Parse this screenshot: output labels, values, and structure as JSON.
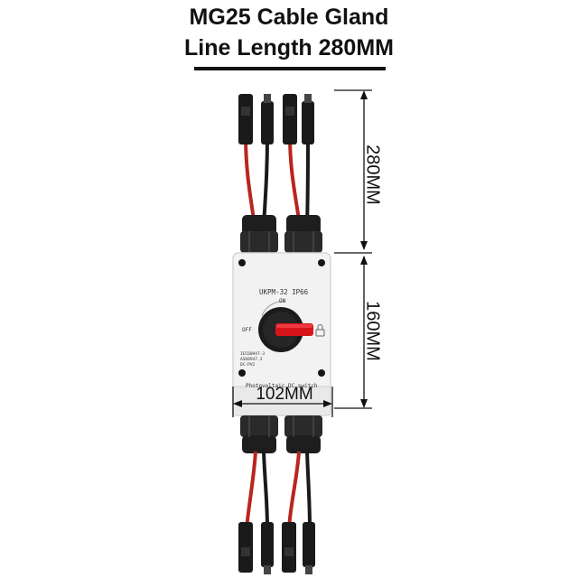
{
  "header": {
    "title_line1": "MG25 Cable Gland",
    "title_line2": "Line Length 280MM"
  },
  "dimensions": {
    "cable_length": "280MM",
    "box_height": "160MM",
    "box_width": "102MM"
  },
  "switch_panel": {
    "model": "UKPM-32 IP66",
    "on_label": "ON",
    "off_label": "OFF",
    "standard_1": "IEC60947-3",
    "standard_2": "AS60947.3",
    "standard_3": "DC-PV2",
    "product_label": "Photovoltaic DC switch"
  },
  "colors": {
    "cable_red": "#b8261e",
    "cable_black": "#1a1a1a",
    "handle_red": "#d8141b",
    "box_body": "#f2f2f2"
  }
}
